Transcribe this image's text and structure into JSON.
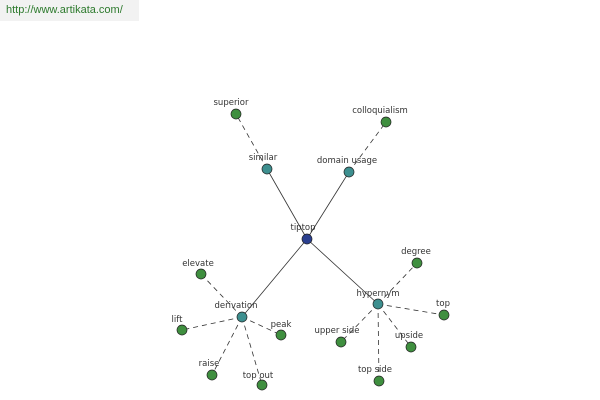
{
  "banner": {
    "url": "http://www.artikata.com/"
  },
  "colors": {
    "center_node": "#2a3f8f",
    "relation_node": "#3d8f8f",
    "leaf_node": "#3f8f3f",
    "edge": "#333333",
    "label": "#333333",
    "banner_text": "#2d7a2d"
  },
  "graph": {
    "center": "tiptop",
    "relations": [
      {
        "name": "similar",
        "words": [
          "superior"
        ]
      },
      {
        "name": "domain usage",
        "words": [
          "colloquialism"
        ]
      },
      {
        "name": "derivation",
        "words": [
          "elevate",
          "lift",
          "raise",
          "top out",
          "peak"
        ]
      },
      {
        "name": "hypernym",
        "words": [
          "degree",
          "top",
          "upside",
          "top side",
          "upper side"
        ]
      }
    ]
  }
}
